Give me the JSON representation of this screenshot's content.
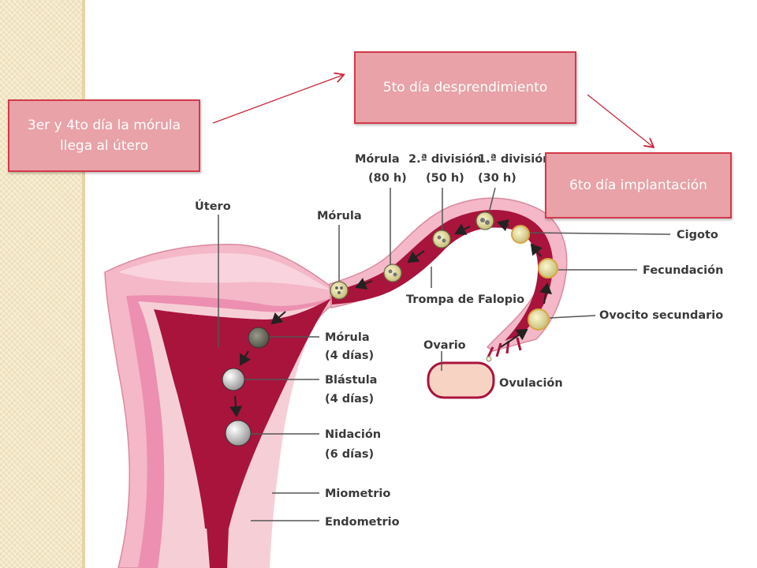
{
  "callouts": {
    "morula_arrives": "3er y 4to día la mórula llega al útero",
    "detachment": "5to día desprendimiento",
    "implantation": "6to día implantación"
  },
  "labels": {
    "morula_80h": "Mórula",
    "morula_80h_time": "(80 h)",
    "second_division": "2.ª división",
    "second_division_time": "(50 h)",
    "first_division": "1.ª división",
    "first_division_time": "(30 h)",
    "uterus": "Útero",
    "morula_tube": "Mórula",
    "fallopian_tube": "Trompa de Falopio",
    "zygote": "Cigoto",
    "fertilization": "Fecundación",
    "secondary_oocyte": "Ovocito secundario",
    "ovary": "Ovario",
    "ovulation": "Ovulación",
    "morula_4days": "Mórula",
    "morula_4days_time": "(4 días)",
    "blastula": "Blástula",
    "blastula_time": "(4 días)",
    "nidation": "Nidación",
    "nidation_time": "(6 días)",
    "myometrium": "Miometrio",
    "endometrium": "Endometrio"
  },
  "colors": {
    "callout_fill": "#e8a2a8",
    "callout_border": "#d23a4a",
    "tissue_outer": "#f4b8c8",
    "tissue_inner": "#ec8fb0",
    "cavity": "#a8143c",
    "ovary": "#f7d3c4"
  }
}
